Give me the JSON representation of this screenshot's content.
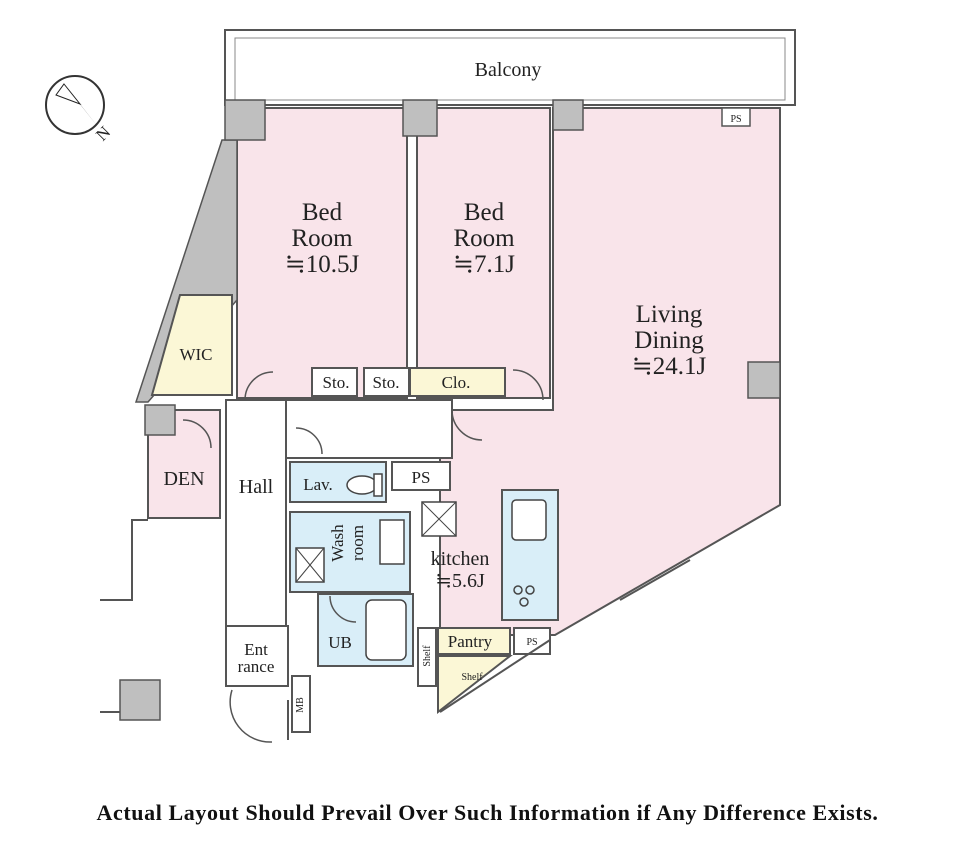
{
  "rooms": {
    "balcony": "Balcony",
    "bedroom1": {
      "line1": "Bed",
      "line2": "Room",
      "area": "≒10.5J"
    },
    "bedroom2": {
      "line1": "Bed",
      "line2": "Room",
      "area": "≒7.1J"
    },
    "living": {
      "line1": "Living",
      "line2": "Dining",
      "area": "≒24.1J"
    },
    "wic": "WIC",
    "den": "DEN",
    "hall": "Hall",
    "lav": "Lav.",
    "ps_top": "PS",
    "ps_balcony": "PS",
    "ps_bottom": "PS",
    "washroom": {
      "line1": "Wash",
      "line2": "room"
    },
    "kitchen": {
      "name": "kitchen",
      "area": "≒5.6J"
    },
    "ub": "UB",
    "entrance": {
      "line1": "Ent",
      "line2": "rance"
    },
    "mb": "MB",
    "shelf_left": "Shelf",
    "pantry": "Pantry",
    "shelf_small": "Shelf",
    "sto1": "Sto.",
    "sto2": "Sto.",
    "clo": "Clo."
  },
  "compass": {
    "label": "N",
    "icon": "compass-north-icon"
  },
  "colors": {
    "bedroom_fill": "#f9e4ea",
    "wic_fill": "#fbf7d6",
    "wet_fill": "#d9eef8",
    "wall": "#bfbfbf",
    "wall_stroke": "#555555"
  },
  "disclaimer": "Actual Layout Should Prevail Over Such Information if Any Difference Exists."
}
